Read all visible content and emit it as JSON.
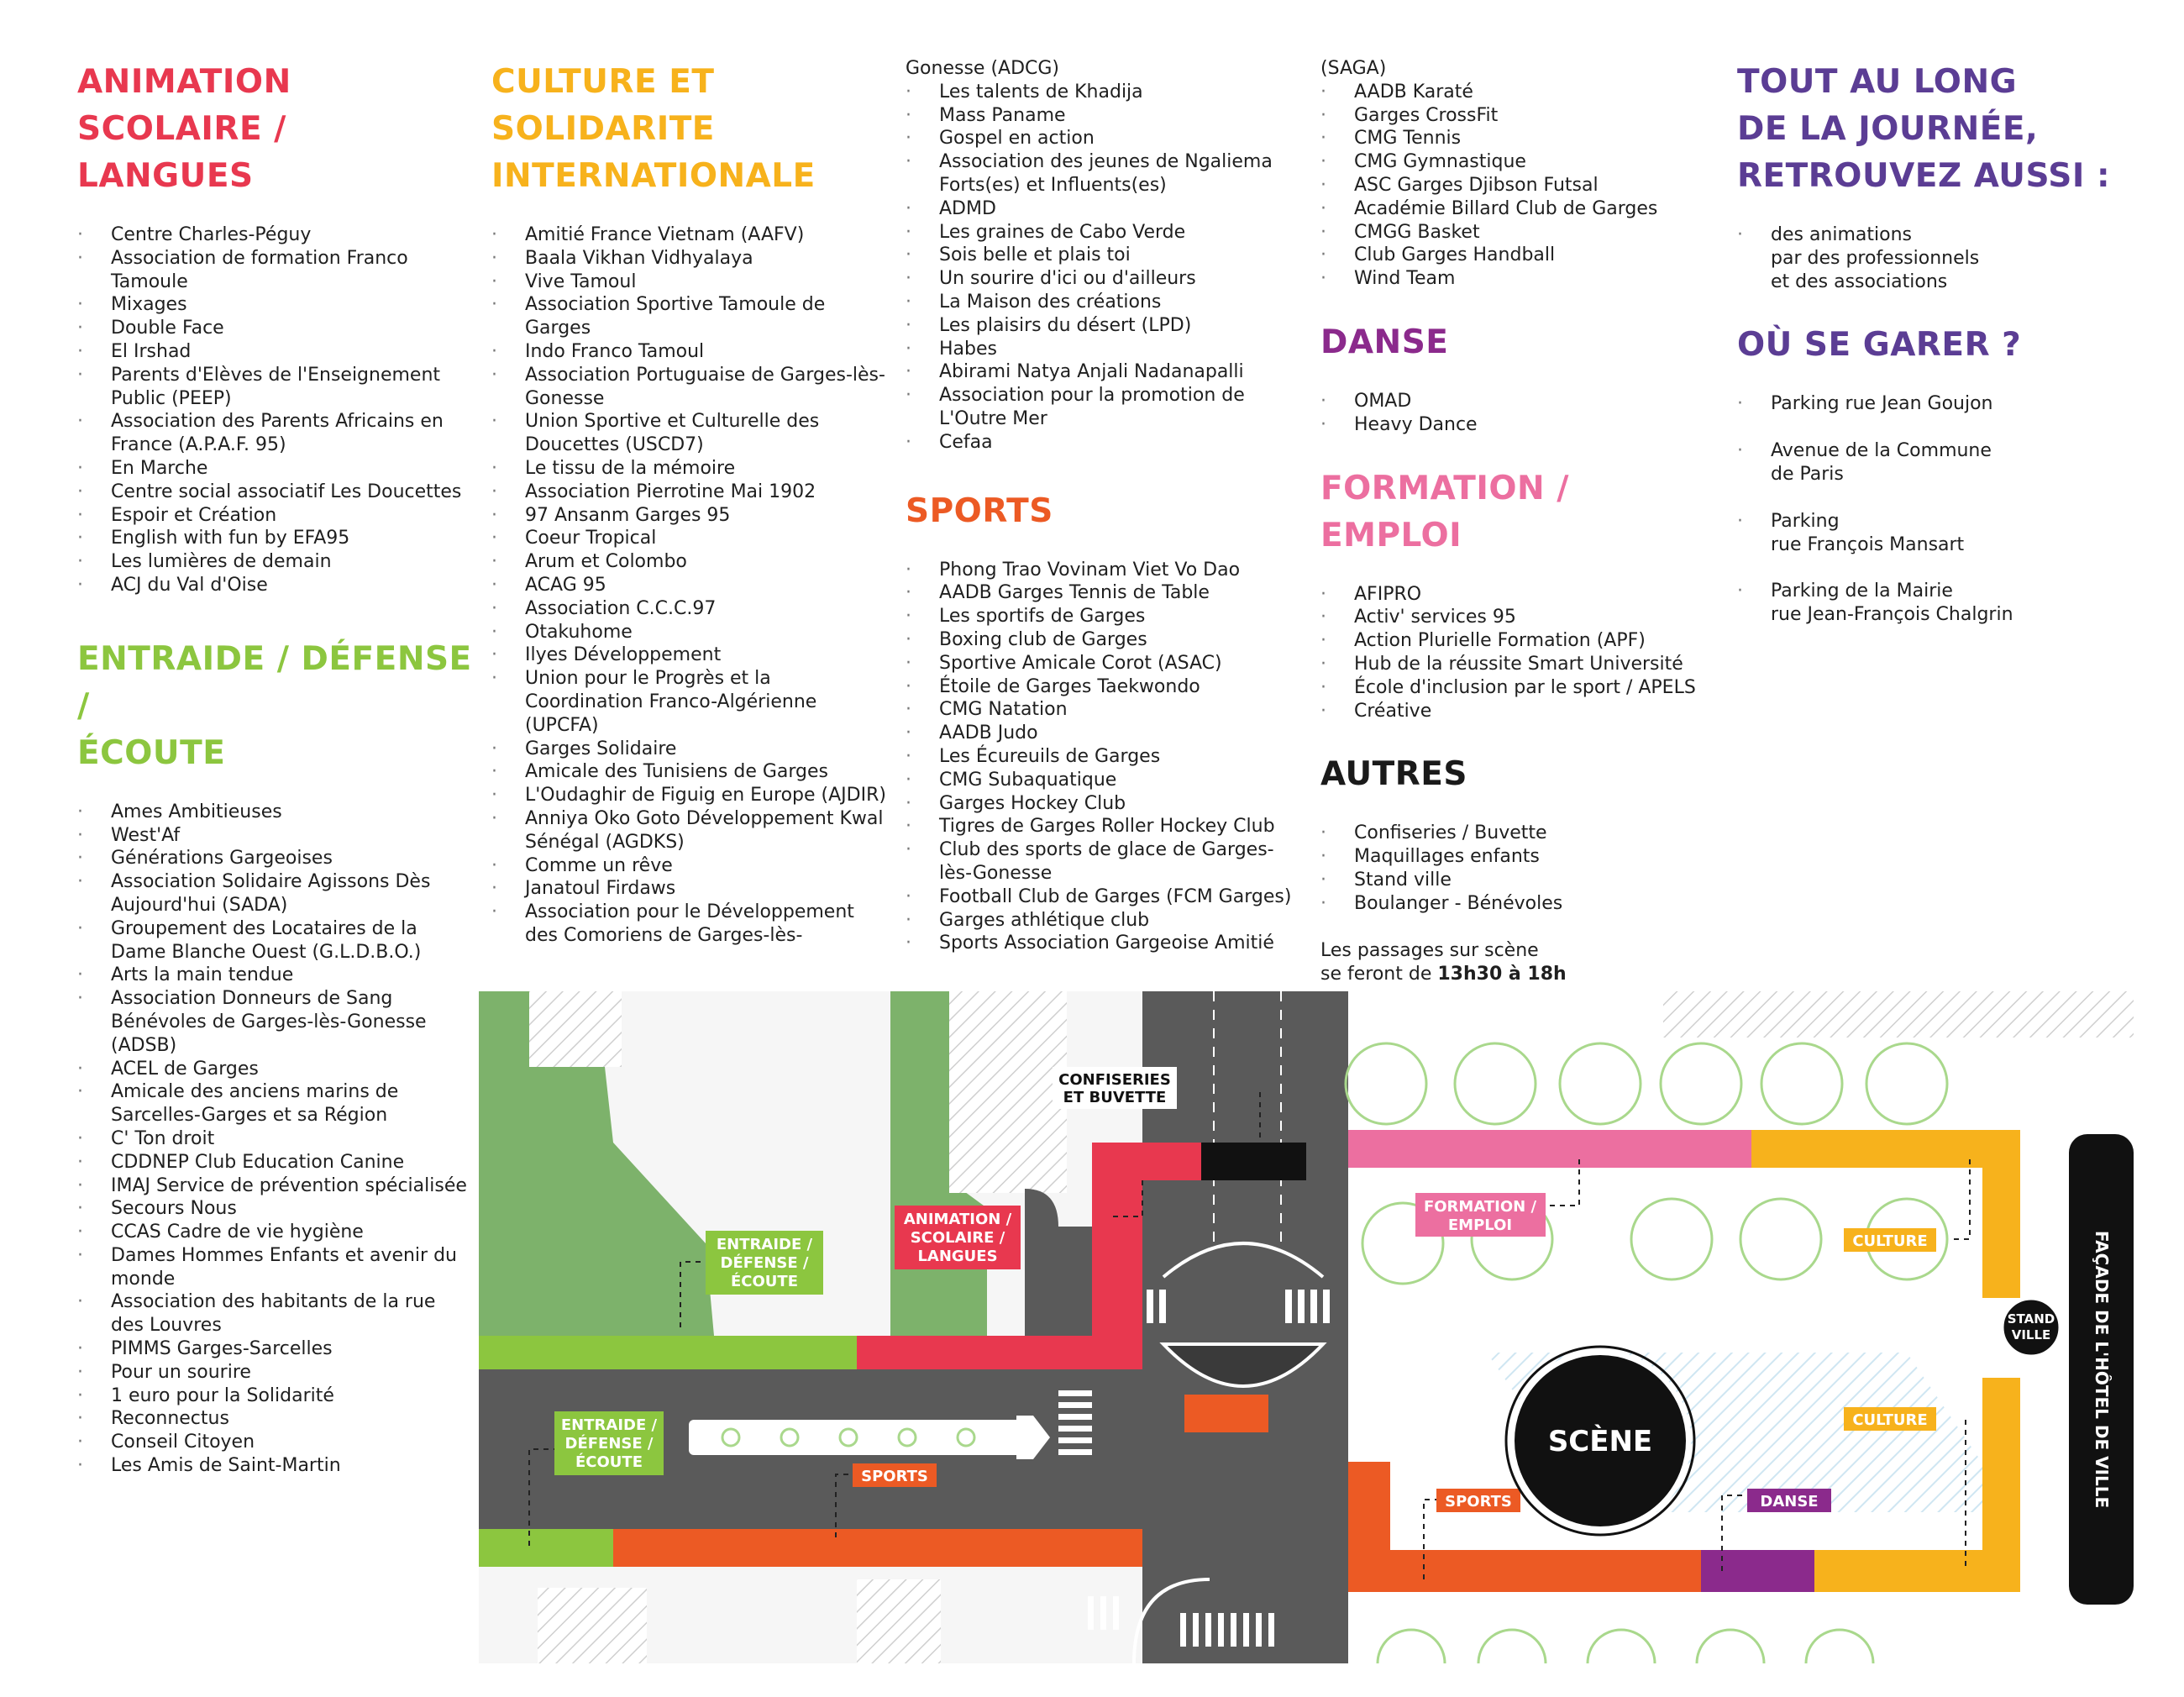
{
  "colors": {
    "animation": "#e8384f",
    "culture": "#f7b21c",
    "entraide": "#8cc63f",
    "sports": "#ec5a24",
    "danse": "#8b2a8c",
    "formation": "#ec6fa0",
    "autres": "#1a1a1a",
    "tout": "#5b3d94",
    "road": "#5a5a5a",
    "park": "#7db26b"
  },
  "col1": {
    "animation_title": "ANIMATION\nSCOLAIRE / LANGUES",
    "animation_items": [
      "Centre Charles-Péguy",
      "Association de formation Franco Tamoule",
      "Mixages",
      "Double Face",
      "El Irshad",
      "Parents d'Elèves de l'Enseignement Public (PEEP)",
      "Association des Parents Africains en France (A.P.A.F. 95)",
      "En Marche",
      "Centre social associatif Les Doucettes",
      "Espoir et Création",
      "English with fun by EFA95",
      "Les lumières de demain",
      "ACJ du Val d'Oise"
    ],
    "entraide_title": "ENTRAIDE / DÉFENSE /\nÉCOUTE",
    "entraide_items": [
      "Ames Ambitieuses",
      "West'Af",
      "Générations Gargeoises",
      "Association Solidaire Agissons Dès Aujourd'hui (SADA)",
      "Groupement des Locataires de la Dame Blanche Ouest (G.L.D.B.O.)",
      "Arts la main tendue",
      "Association Donneurs de Sang Bénévoles de Garges-lès-Gonesse (ADSB)",
      "ACEL de Garges",
      "Amicale des anciens marins de Sarcelles-Garges et sa Région",
      "C' Ton droit",
      "CDDNEP Club Education Canine",
      "IMAJ Service de prévention spécialisée",
      "Secours Nous",
      "CCAS Cadre de vie hygiène",
      "Dames Hommes Enfants et avenir du monde",
      "Association des habitants de la rue des Louvres",
      "PIMMS Garges-Sarcelles",
      "Pour un sourire",
      "1 euro pour la Solidarité",
      "Reconnectus",
      "Conseil Citoyen",
      "Les Amis de Saint-Martin"
    ]
  },
  "col2": {
    "culture_title": "CULTURE ET\nSOLIDARITE\nINTERNATIONALE",
    "culture_items": [
      "Amitié France Vietnam (AAFV)",
      "Baala Vikhan Vidhyalaya",
      "Vive Tamoul",
      "Association Sportive Tamoule de Garges",
      "Indo Franco Tamoul",
      "Association Portuguaise de Garges-lès-Gonesse",
      "Union Sportive et Culturelle des Doucettes (USCD7)",
      "Le tissu de la mémoire",
      "Association Pierrotine Mai 1902",
      "97 Ansanm Garges 95",
      "Coeur Tropical",
      "Arum et Colombo",
      "ACAG 95",
      "Association C.C.C.97",
      "Otakuhome",
      "Ilyes Développement",
      "Union pour le Progrès et la Coordination Franco-Algérienne (UPCFA)",
      "Garges Solidaire",
      "Amicale des Tunisiens de Garges",
      "L'Oudaghir de Figuig en Europe (AJDIR)",
      "Anniya Oko Goto Développement Kwal Sénégal (AGDKS)",
      "Comme un rêve",
      "Janatoul Firdaws",
      "Association pour le Développement des Comoriens de Garges-lès-"
    ]
  },
  "col3": {
    "culture_continued": [
      "Gonesse (ADCG)",
      "Les talents de Khadija",
      "Mass Paname",
      "Gospel en action",
      "Association des jeunes de Ngaliema Forts(es) et Influents(es)",
      "ADMD",
      "Les graines de Cabo Verde",
      "Sois belle et plais toi",
      "Un sourire d'ici ou d'ailleurs",
      "La Maison des créations",
      "Les plaisirs du désert (LPD)",
      "Habes",
      "Abirami Natya Anjali Nadanapalli",
      "Association pour la promotion de L'Outre Mer",
      "Cefaa"
    ],
    "sports_title": "SPORTS",
    "sports_items": [
      "Phong Trao Vovinam Viet Vo Dao",
      "AADB Garges Tennis de Table",
      "Les sportifs de Garges",
      "Boxing club de Garges",
      "Sportive Amicale Corot (ASAC)",
      "Étoile de Garges Taekwondo",
      "CMG Natation",
      "AADB Judo",
      "Les Écureuils de Garges",
      "CMG Subaquatique",
      "Garges Hockey Club",
      "Tigres de Garges Roller Hockey Club",
      "Club des sports de glace de Garges-lès-Gonesse",
      "Football Club de Garges (FCM Garges)",
      "Garges athlétique club",
      "Sports Association Gargeoise Amitié"
    ]
  },
  "col4": {
    "sports_continued": [
      "(SAGA)",
      "AADB Karaté",
      "Garges CrossFit",
      "CMG Tennis",
      "CMG Gymnastique",
      "ASC Garges Djibson Futsal",
      "Académie Billard Club de Garges",
      "CMGG Basket",
      "Club Garges Handball",
      "Wind Team"
    ],
    "danse_title": "DANSE",
    "danse_items": [
      "OMAD",
      "Heavy Dance"
    ],
    "formation_title": "FORMATION / EMPLOI",
    "formation_items": [
      "AFIPRO",
      "Activ' services 95",
      "Action Plurielle Formation (APF)",
      "Hub de la réussite Smart Université",
      "École d'inclusion par le sport / APELS",
      "Créative"
    ],
    "autres_title": "AUTRES",
    "autres_items": [
      "Confiseries / Buvette",
      "Maquillages enfants",
      "Stand ville",
      "Boulanger - Bénévoles"
    ],
    "note_prefix": "Les passages sur scène",
    "note_middle": "se feront de ",
    "note_bold": "13h30 à 18h"
  },
  "col5": {
    "tout_title": "TOUT AU LONG\nDE LA JOURNÉE,\nRETROUVEZ AUSSI :",
    "tout_lines": [
      "des animations",
      "par des professionnels",
      "et des associations"
    ],
    "garer_title": "OÙ SE GARER ?",
    "garer_items": [
      [
        "Parking rue Jean Goujon"
      ],
      [
        "Avenue de la Commune",
        "de Paris"
      ],
      [
        "Parking",
        "rue François Mansart"
      ],
      [
        "Parking de la Mairie",
        "rue Jean-François Chalgrin"
      ]
    ]
  },
  "map": {
    "confiseries": [
      "CONFISERIES",
      "ET BUVETTE"
    ],
    "animation": [
      "ANIMATION /",
      "SCOLAIRE /",
      "LANGUES"
    ],
    "entraide": [
      "ENTRAIDE /",
      "DÉFENSE /",
      "ÉCOUTE"
    ],
    "sports": "SPORTS",
    "formation": [
      "FORMATION /",
      "EMPLOI"
    ],
    "culture": "CULTURE",
    "danse": "DANSE",
    "scene": "SCÈNE",
    "stand": [
      "STAND",
      "VILLE"
    ],
    "facade": "FAÇADE DE L'HÔTEL DE VILLE"
  }
}
